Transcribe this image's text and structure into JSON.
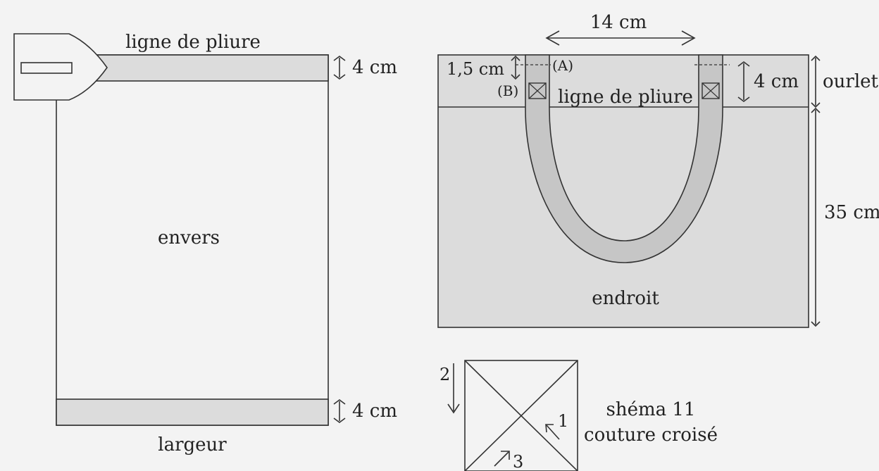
{
  "left_panel": {
    "fold_line_label": "ligne de pliure",
    "top_band_dim": "4 cm",
    "center_label": "envers",
    "bottom_band_dim": "4 cm",
    "bottom_label": "largeur"
  },
  "right_panel": {
    "handle_width_dim": "14 cm",
    "offset_dim": "1,5 cm",
    "point_a_label": "(A)",
    "point_b_label": "(B)",
    "fold_line_label": "ligne de pliure",
    "hem_dim": "4 cm",
    "hem_label": "ourlet",
    "height_dim": "35 cm",
    "center_label": "endroit"
  },
  "detail": {
    "step_2": "2",
    "step_1": "1",
    "step_3": "3",
    "caption_line1": "shéma 11",
    "caption_line2": "couture croisé"
  },
  "colors": {
    "background": "#f3f3f3",
    "band_fill": "#dcdcdc",
    "handle_fill": "#c6c6c6",
    "stroke": "#333333"
  }
}
